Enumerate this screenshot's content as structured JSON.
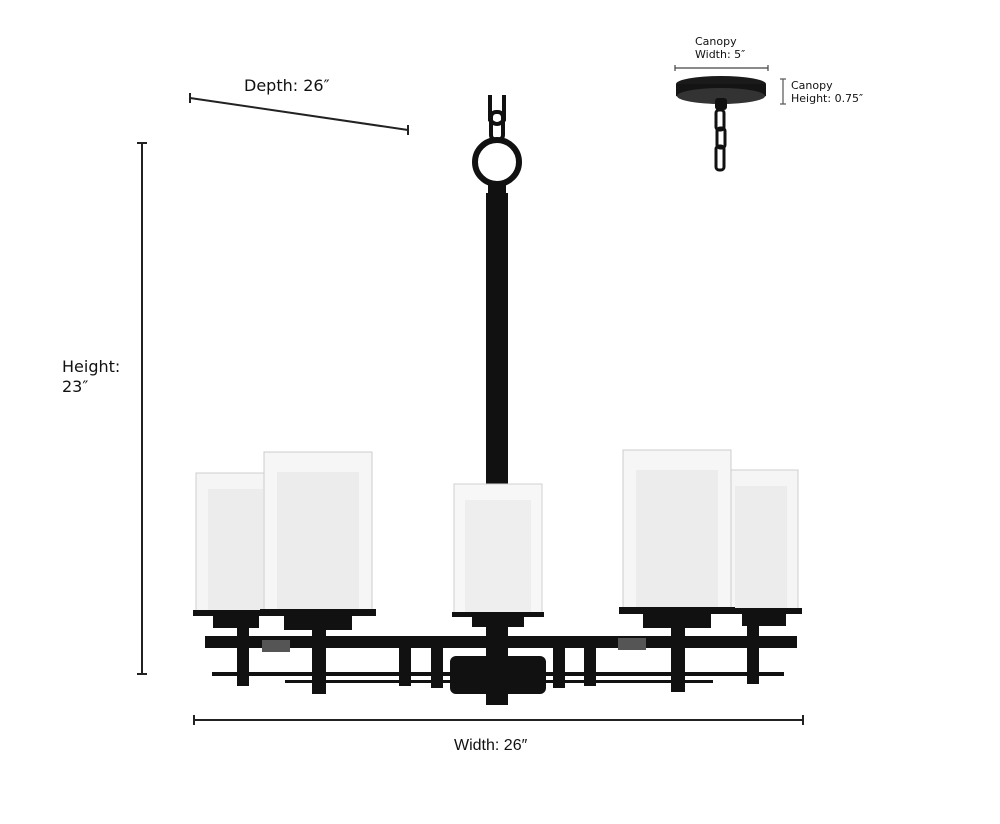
{
  "diagram": {
    "subject": "5-light chandelier with double glass cylinder shades",
    "dimensions": {
      "depth": {
        "label": "Depth: 26″",
        "value": 26,
        "unit": "in"
      },
      "height": {
        "label_line1": "Height:",
        "label_line2": "23″",
        "value": 23,
        "unit": "in"
      },
      "width": {
        "label": "Width: 26″",
        "value": 26,
        "unit": "in"
      },
      "canopy_width": {
        "label_line1": "Canopy",
        "label_line2": "Width: 5″",
        "value": 5,
        "unit": "in"
      },
      "canopy_height": {
        "label_line1": "Canopy",
        "label_line2": "Height: 0.75″",
        "value": 0.75,
        "unit": "in"
      }
    },
    "colors": {
      "metal": "#111111",
      "glass_outer": "#f4f4f4",
      "glass_inner": "#e9e9e9",
      "dimension_line": "#222222"
    }
  }
}
